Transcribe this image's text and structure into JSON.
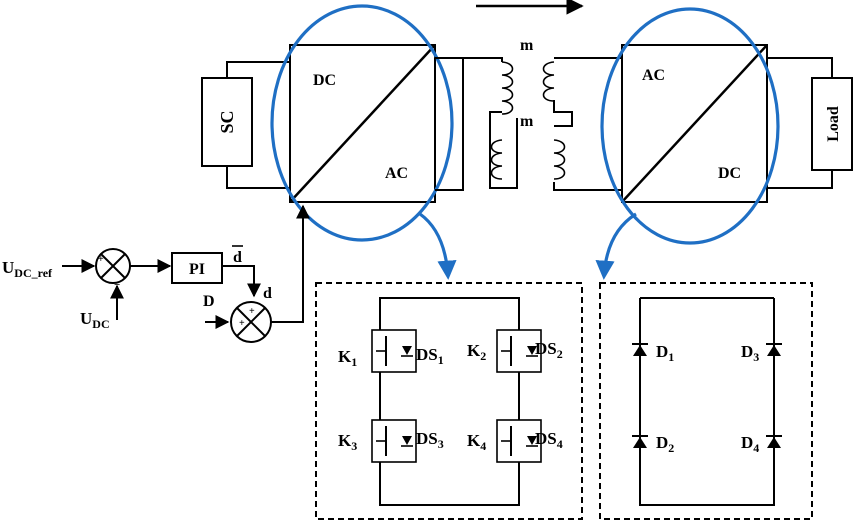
{
  "blocks": {
    "sc": "SC",
    "load": "Load",
    "pi": "PI",
    "converter1_top": "DC",
    "converter1_bottom": "AC",
    "converter2_top": "AC",
    "converter2_bottom": "DC"
  },
  "transformer": {
    "ratio_top": "m",
    "ratio_bottom": "m"
  },
  "control": {
    "ref_main": "U",
    "ref_sub": "DC_ref",
    "meas_main": "U",
    "meas_sub": "DC",
    "plus1": "+",
    "minus1": "−",
    "d_bar": "d",
    "d": "d",
    "D": "D",
    "plus2": "+",
    "plus3": "+"
  },
  "bridge": {
    "K1": "K",
    "K1_sub": "1",
    "DS1": "DS",
    "DS1_sub": "1",
    "K2": "K",
    "K2_sub": "2",
    "DS2": "DS",
    "DS2_sub": "2",
    "K3": "K",
    "K3_sub": "3",
    "DS3": "DS",
    "DS3_sub": "3",
    "K4": "K",
    "K4_sub": "4",
    "DS4": "DS",
    "DS4_sub": "4"
  },
  "rectifier": {
    "D1": "D",
    "D1_sub": "1",
    "D2": "D",
    "D2_sub": "2",
    "D3": "D",
    "D3_sub": "3",
    "D4": "D",
    "D4_sub": "4"
  },
  "colors": {
    "ellipse": "#1f6fc4",
    "lines": "#000000"
  }
}
